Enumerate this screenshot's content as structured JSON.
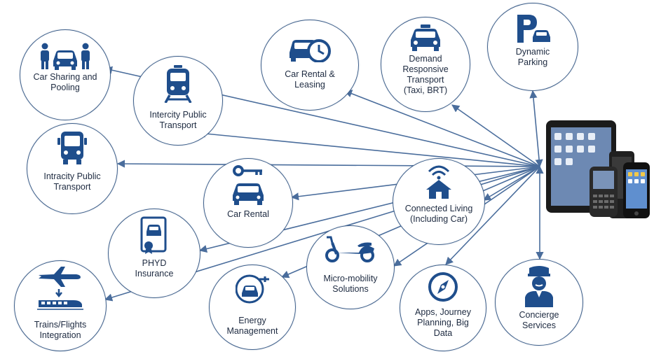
{
  "colors": {
    "accent": "#1f4e8c",
    "link": "#4a6d9c",
    "circle_border": "#3e5f8a",
    "text": "#1d2a40"
  },
  "hub": {
    "name": "Connected Living (Including Car)",
    "label": "Connected Living\n(Including Car)",
    "icon": "home-wifi-icon"
  },
  "devices": {
    "icon": "mobile-devices-icon"
  },
  "services": [
    {
      "key": "car-sharing",
      "label": "Car Sharing and\nPooling",
      "icon": "car-sharing-icon"
    },
    {
      "key": "intercity",
      "label": "Intercity Public\nTransport",
      "icon": "train-icon"
    },
    {
      "key": "car-rental-leasing",
      "label": "Car Rental &\nLeasing",
      "icon": "car-clock-icon"
    },
    {
      "key": "demand-responsive",
      "label": "Demand\nResponsive\nTransport\n(Taxi, BRT)",
      "icon": "taxi-icon"
    },
    {
      "key": "dynamic-parking",
      "label": "Dynamic\nParking",
      "icon": "parking-icon"
    },
    {
      "key": "intracity",
      "label": "Intracity Public\nTransport",
      "icon": "bus-icon"
    },
    {
      "key": "car-rental",
      "label": "Car Rental",
      "icon": "car-key-icon"
    },
    {
      "key": "phyd",
      "label": "PHYD\nInsurance",
      "icon": "insurance-icon"
    },
    {
      "key": "micro-mobility",
      "label": "Micro-mobility\nSolutions",
      "icon": "scooter-icon"
    },
    {
      "key": "trains-flights",
      "label": "Trains/Flights\nIntegration",
      "icon": "plane-train-icon"
    },
    {
      "key": "energy",
      "label": "Energy\nManagement",
      "icon": "ev-charging-icon"
    },
    {
      "key": "apps",
      "label": "Apps, Journey\nPlanning, Big\nData",
      "icon": "compass-icon"
    },
    {
      "key": "concierge",
      "label": "Concierge\nServices",
      "icon": "concierge-icon"
    }
  ]
}
